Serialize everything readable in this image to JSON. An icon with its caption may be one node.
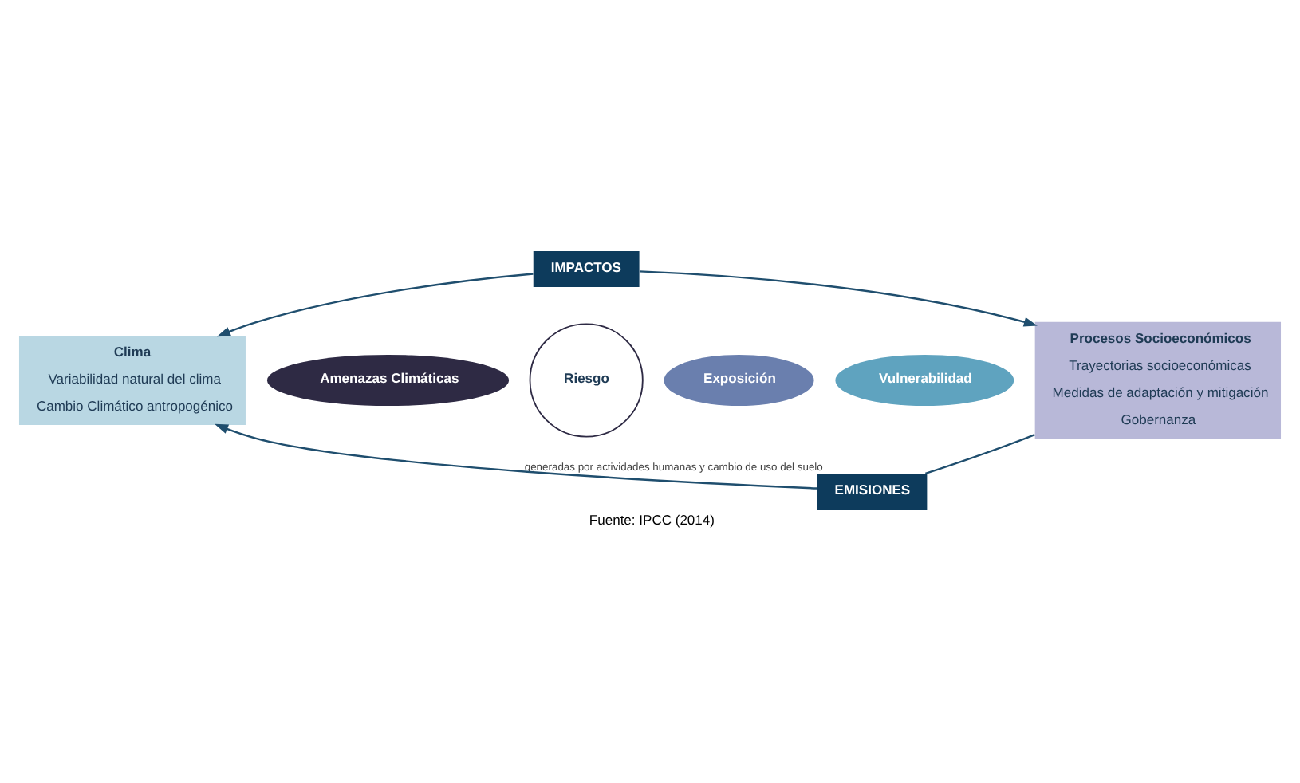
{
  "diagram": {
    "caption": "Fuente: IPCC (2014)",
    "nodes": [
      {
        "text": [
          "IMPACTOS"
        ]
      },
      {
        "text": [
          "Clima",
          "Variabilidad natural del clima",
          "Cambio Climático antropogénico"
        ]
      },
      {
        "text": [
          "Amenazas Climáticas"
        ]
      },
      {
        "text": [
          "Riesgo"
        ]
      },
      {
        "text": [
          "Exposición"
        ]
      },
      {
        "text": [
          "Vulnerabilidad"
        ]
      },
      {
        "text": [
          "Procesos Socioeconómicos",
          "Trayectorias socioeconómicas",
          "Medidas de adaptación y mitigación",
          "Gobernanza"
        ]
      },
      {
        "text": [
          "EMISIONES"
        ],
        "beside": [
          "generadas por actividades humanas y cambio de uso del suelo"
        ]
      }
    ],
    "edges": [
      {
        "from": 0,
        "to": 1,
        "arrow": "to"
      },
      {
        "from": 0,
        "to": 6,
        "arrow": "to"
      },
      {
        "from": 6,
        "to": 7,
        "arrow": "none"
      },
      {
        "from": 7,
        "to": 1,
        "arrow": "to"
      }
    ]
  }
}
